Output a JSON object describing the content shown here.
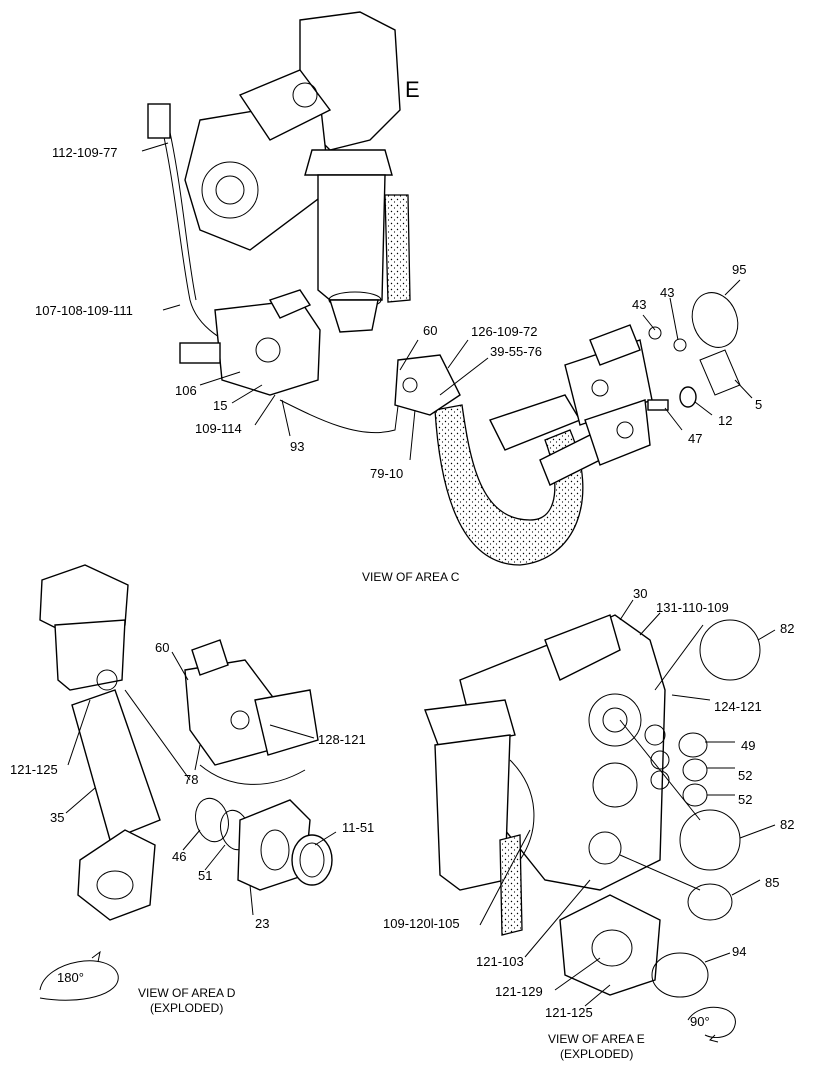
{
  "diagram": {
    "area_letter": "E",
    "area_c": {
      "caption": "VIEW OF AREA C",
      "labels": {
        "l_112_109_77": "112-109-77",
        "l_107_108_109_111": "107-108-109-111",
        "l_106": "106",
        "l_15": "15",
        "l_109_114": "109-114",
        "l_93": "93",
        "l_60": "60",
        "l_126_109_72": "126-109-72",
        "l_39_55_76": "39-55-76",
        "l_79_10": "79-10",
        "l_43a": "43",
        "l_43b": "43",
        "l_95": "95",
        "l_5": "5",
        "l_12": "12",
        "l_47": "47"
      }
    },
    "area_d": {
      "caption_line1": "VIEW OF AREA D",
      "caption_line2": "(EXPLODED)",
      "rotation": "180°",
      "labels": {
        "l_60": "60",
        "l_128_121": "128-121",
        "l_121_125": "121-125",
        "l_78": "78",
        "l_35": "35",
        "l_11_51": "11-51",
        "l_46": "46",
        "l_51": "51",
        "l_23": "23"
      }
    },
    "area_e": {
      "caption_line1": "VIEW OF AREA E",
      "caption_line2": "(EXPLODED)",
      "rotation": "90°",
      "labels": {
        "l_30": "30",
        "l_131_110_109": "131-110-109",
        "l_82a": "82",
        "l_124_121": "124-121",
        "l_49": "49",
        "l_52a": "52",
        "l_52b": "52",
        "l_82b": "82",
        "l_85": "85",
        "l_94": "94",
        "l_109_120_105": "109-120l-105",
        "l_121_103": "121-103",
        "l_121_129": "121-129",
        "l_121_125": "121-125"
      }
    }
  }
}
